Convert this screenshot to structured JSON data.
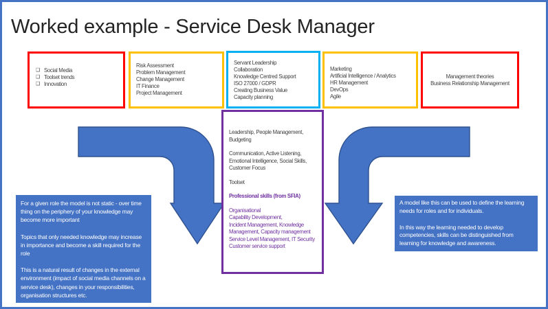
{
  "slide": {
    "title": "Worked example - Service Desk Manager",
    "border_color": "#4472C4"
  },
  "colors": {
    "red_box_border": "#FF0000",
    "gold_box_border": "#FFC000",
    "cyan_box_border": "#00B0F0",
    "purple_box_border": "#7030A0",
    "arrow_fill": "#4472C4",
    "arrow_outline": "#2F528F",
    "note_background": "#4472C4",
    "sfia_text": "#7030A0"
  },
  "top_boxes": {
    "awareness_left": {
      "bullet_glyph": "❑",
      "items": [
        "Social Media",
        "Toolset trends",
        "Innovation"
      ]
    },
    "knowledge_left": {
      "lines": [
        "Risk Assessment",
        "Problem Management",
        "Change Management",
        "IT Finance",
        "Project Management"
      ]
    },
    "core": {
      "lines": [
        "Servant Leadership",
        "Collaboration",
        "Knowledge Centred Support",
        "ISO 27000 / GDPR",
        "Creating Business Value",
        "Capacity planning"
      ]
    },
    "knowledge_right": {
      "lines": [
        "Marketing",
        "Artificial Intelligence / Analytics",
        "HR Management",
        "DevOps",
        "Agile"
      ]
    },
    "awareness_right": {
      "lines": [
        "Management theories",
        "Business Relationship Management"
      ]
    }
  },
  "center_box": {
    "paragraphs": [
      "Leadership, People Management, Budgeting",
      "Communication, Active Listening, Emotional Intelligence, Social Skills, Customer Focus",
      "Toolset"
    ],
    "sfia_heading": "Professional skills (from SFIA)",
    "sfia_lines": [
      "Organisational",
      "Capability Development,",
      "Incident Management, Knowledge",
      "Management, Capacity management",
      "Service Level Management, IT Security",
      "Customer service support"
    ]
  },
  "left_note": {
    "paragraphs": [
      "For a given role the model is not static - over time thing on the periphery of your knowledge may become more important",
      "Topics that only needed knowledge may increase in importance and become a skill required for the role",
      "This is a natural result of changes in the external environment (impact of social media channels on a service desk), changes in your responsibilities, organisation structures etc."
    ]
  },
  "right_note": {
    "paragraphs": [
      "A model like this can be used to define the learning needs for roles and for individuals.",
      "In this way the learning needed to develop competencies, skills can be distinguished from learning for knowledge and awareness."
    ]
  }
}
